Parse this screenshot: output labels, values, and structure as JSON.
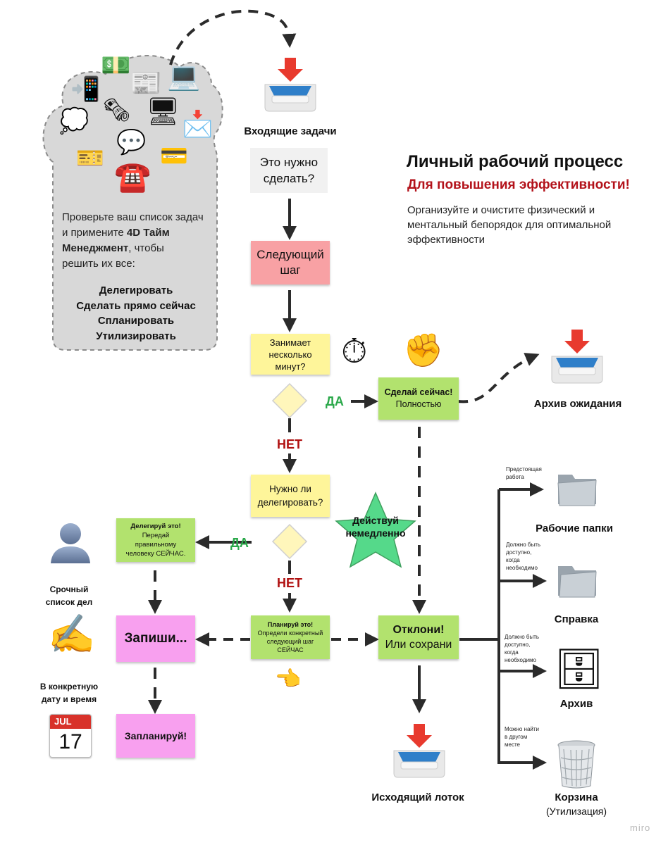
{
  "header": {
    "title": "Личный рабочий процесс",
    "subtitle": "Для повышения эффективности!",
    "description_lines": [
      "Организуйте и очистите физический и",
      "ментальный бепорядок для оптимальной",
      "эффективности"
    ]
  },
  "cloud": {
    "intro_lines": [
      "Проверьте ваш список задач",
      "и примените "
    ],
    "intro_bold": "4D Тайм",
    "intro_line3_bold": "Менеджмент",
    "intro_line3_rest": ", чтобы",
    "intro_line4": "решить их все:",
    "actions": [
      "Делегировать",
      "Сделать прямо сейчас",
      "Спланировать",
      "Утилизировать"
    ]
  },
  "flow": {
    "inbox_label": "Входящие задачи",
    "q_need": "Это нужно сделать?",
    "next_step": "Следующий шаг",
    "takes_minutes": "Занимает несколько минут?",
    "yes": "ДА",
    "no": "НЕТ",
    "do_now_title": "Сделай сейчас!",
    "do_now_sub": "Полностью",
    "waiting_archive": "Архив ожидания",
    "delegate_q": "Нужно ли делегировать?",
    "act_now": "Действуй немедленно",
    "delegate_title": "Делегируй это!",
    "delegate_sub": "Передай правильному человеку СЕЙЧАС.",
    "plan_title": "Планируй это!",
    "plan_sub": "Определи конкретный следующий шаг СЕЙЧАС",
    "reject_title": "Отклони!",
    "reject_sub": "Или сохрани",
    "write_down": "Запиши...",
    "schedule": "Запланируй!",
    "urgent_list": "Срочный список дел",
    "specific_date": "В конкретную дату и время",
    "outbox": "Исходящий лоток",
    "calendar_month": "JUL",
    "calendar_day": "17"
  },
  "storage": {
    "items": [
      {
        "note": "Предстоящая работа",
        "label": "Рабочие папки"
      },
      {
        "note": "Должно быть доступно, когда необходимо",
        "label": "Справка"
      },
      {
        "note": "Должно быть доступно, когда необходимо",
        "label": "Архив"
      },
      {
        "note": "Можно найти в другом месте",
        "label": "Корзина"
      }
    ],
    "trash_sub": "(Утилизация)"
  },
  "watermark": "miro",
  "colors": {
    "pink_red": "#f8a1a4",
    "yellow": "#fef59a",
    "green": "#b2e26e",
    "magenta": "#f8a0ef",
    "gray_pale": "#f1f1f1",
    "diamond": "#fff6bb",
    "star": "#55d98a",
    "accent_red": "#b3121a"
  }
}
